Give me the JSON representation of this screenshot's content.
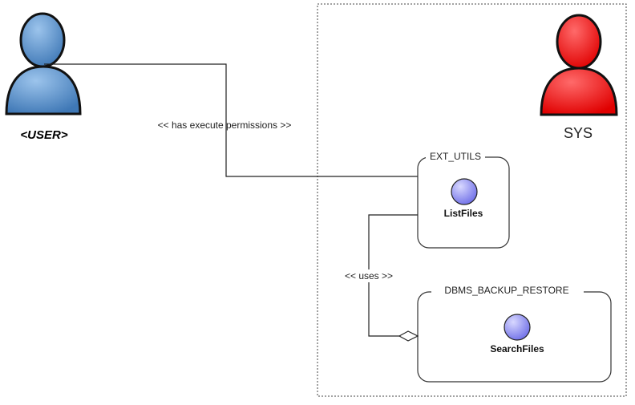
{
  "actors": {
    "user": {
      "label": "<USER>",
      "color": "#4a84c0"
    },
    "sys": {
      "label": "SYS",
      "color": "#ee1111"
    }
  },
  "packages": {
    "ext_utils": {
      "label": "EXT_UTILS",
      "method": "ListFiles"
    },
    "dbms_backup_restore": {
      "label": "DBMS_BACKUP_RESTORE",
      "method": "SearchFiles"
    }
  },
  "relations": {
    "execute": "<< has execute permissions >>",
    "uses": "<< uses >>"
  },
  "colors": {
    "method_fill": "#8c8cf5",
    "line": "#222222"
  }
}
